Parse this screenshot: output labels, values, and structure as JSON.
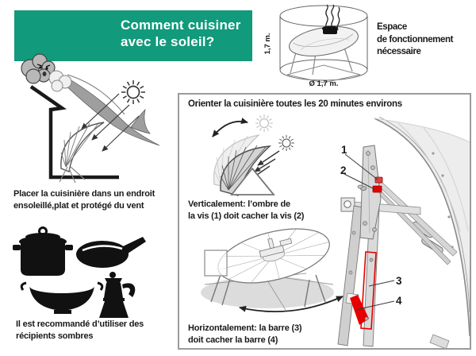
{
  "banner": {
    "line1": "Comment cuisiner",
    "line2": "avec le soleil?",
    "bg_color": "#119a7b",
    "text_color": "#ffffff"
  },
  "space_diagram": {
    "height_label": "1,7 m.",
    "diameter_label": "Ø 1,7 m.",
    "caption": {
      "line1": "Espace",
      "line2": "de fonctionnement",
      "line3": "nécessaire"
    }
  },
  "placement_caption": {
    "line1": "Placer la cuisinière dans un endroit",
    "line2": "ensoleillé,plat et protégé du vent"
  },
  "cookware_caption": {
    "line1": "Il est recommandé d’utiliser des",
    "line2": "récipients sombres"
  },
  "orientation_box": {
    "title": "Orienter la cuisinière toutes les 20 minutes environs",
    "vertical_caption": {
      "line1": "Verticalement: l’ombre de",
      "line2": "la vis (1) doit cacher la vis (2)"
    },
    "horizontal_caption": {
      "line1": "Horizontalement: la barre (3)",
      "line2": "doit cacher la barre (4)"
    },
    "detail_labels": {
      "l1": "1",
      "l2": "2",
      "l3": "3",
      "l4": "4"
    }
  },
  "colors": {
    "accent_green": "#119a7b",
    "highlight_red": "#e60000",
    "box_border": "#9b9b9b"
  }
}
